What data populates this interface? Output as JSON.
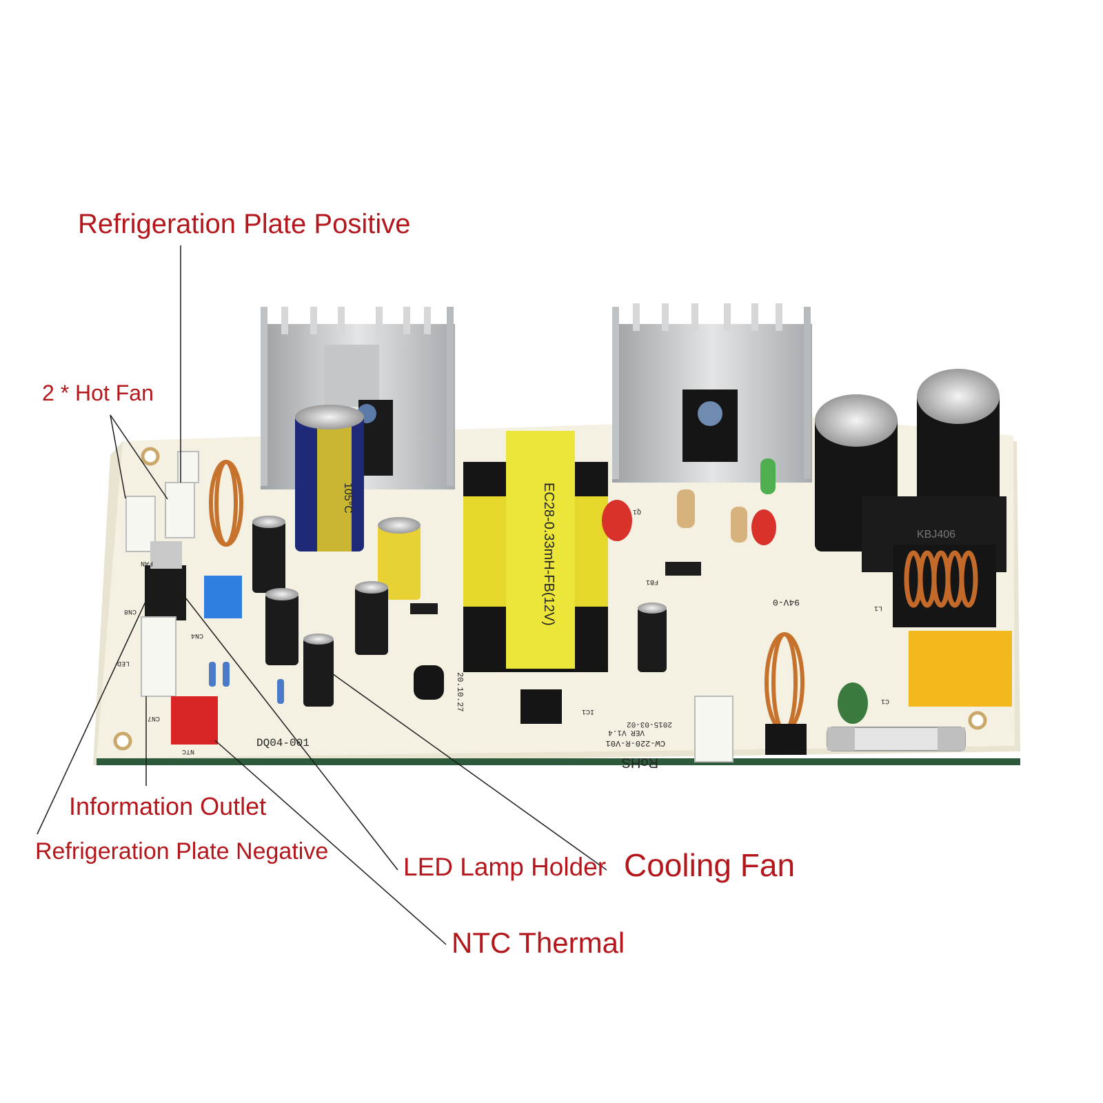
{
  "callouts": {
    "refrigeration_plate_positive": "Refrigeration Plate Positive",
    "hot_fan": "2 * Hot Fan",
    "information_outlet": "Information Outlet",
    "refrigeration_plate_negative": "Refrigeration Plate Negative",
    "led_lamp_holder": "LED Lamp Holder",
    "cooling_fan": "Cooling Fan",
    "ntc_thermal": "NTC Thermal"
  },
  "board_markings": {
    "model_code": "DQ04-001",
    "rohs": "RoHS",
    "board_id": "CW-220-R-V01",
    "version": "VER V1.4",
    "date": "2015-03-02",
    "build_date": "20.10.27",
    "transformer": "EC28-0.33mH-FB(12V)",
    "rectifier": "KBJ406",
    "rating": "94V-0",
    "capacitor_rating": "105°C",
    "ntc": "NTC",
    "cn8": "CN8",
    "cn7": "CN7",
    "cn4": "CN4",
    "led": "LED",
    "q1": "Q1",
    "ic1": "IC1",
    "fb1": "FB1",
    "c1": "C1",
    "l1": "L1",
    "fan": "FAN"
  },
  "colors": {
    "callout_text": "#b5161b",
    "leader_line": "#1a1a1a",
    "board": "#f3efe0",
    "heatsink": "#c9cbcc",
    "transformer": "#e8e230"
  }
}
